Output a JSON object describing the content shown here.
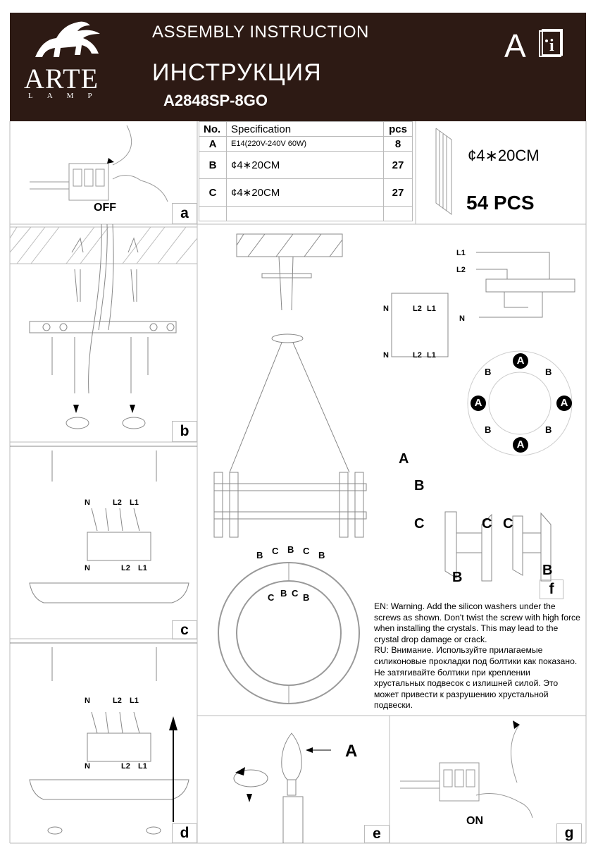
{
  "header": {
    "title_en": "ASSEMBLY INSTRUCTION",
    "title_ru": "ИНСТРУКЦИЯ",
    "model": "A2848SP-8GO",
    "brand": "ARTE",
    "brand_sub": "LAMP",
    "lang_letter": "A",
    "icon": "info-book-icon"
  },
  "spec_table": {
    "headers": [
      "No.",
      "Specification",
      "pcs"
    ],
    "rows": [
      {
        "no": "A",
        "spec": "E14(220V-240V 60W)",
        "pcs": "8"
      },
      {
        "no": "B",
        "spec": "¢4∗20CM",
        "pcs": "27"
      },
      {
        "no": "C",
        "spec": "¢4∗20CM",
        "pcs": "27"
      }
    ]
  },
  "crystal_box": {
    "size": "¢4∗20CM",
    "total": "54 PCS"
  },
  "panels": {
    "a": {
      "label": "a",
      "caption": "OFF"
    },
    "b": {
      "label": "b"
    },
    "c": {
      "label": "c"
    },
    "d": {
      "label": "d"
    },
    "e": {
      "label": "e",
      "part": "A"
    },
    "f": {
      "label": "f"
    },
    "g": {
      "label": "g",
      "caption": "ON"
    }
  },
  "wiring": {
    "n": "N",
    "l1": "L1",
    "l2": "L2"
  },
  "callouts": {
    "a": "A",
    "b": "B",
    "c": "C"
  },
  "warning": {
    "en": "EN: Warning. Add the silicon washers under the screws as shown. Don't twist the screw with high force when installing the crystals. This may lead to the crystal drop damage or crack.",
    "ru": "RU: Внимание. Используйте прилагаемые силиконовые прокладки под болтики как показано. Не затягивайте болтики при креплении хрустальных подвесок с излишней силой. Это может привести к разрушению хрустальной подвески."
  }
}
